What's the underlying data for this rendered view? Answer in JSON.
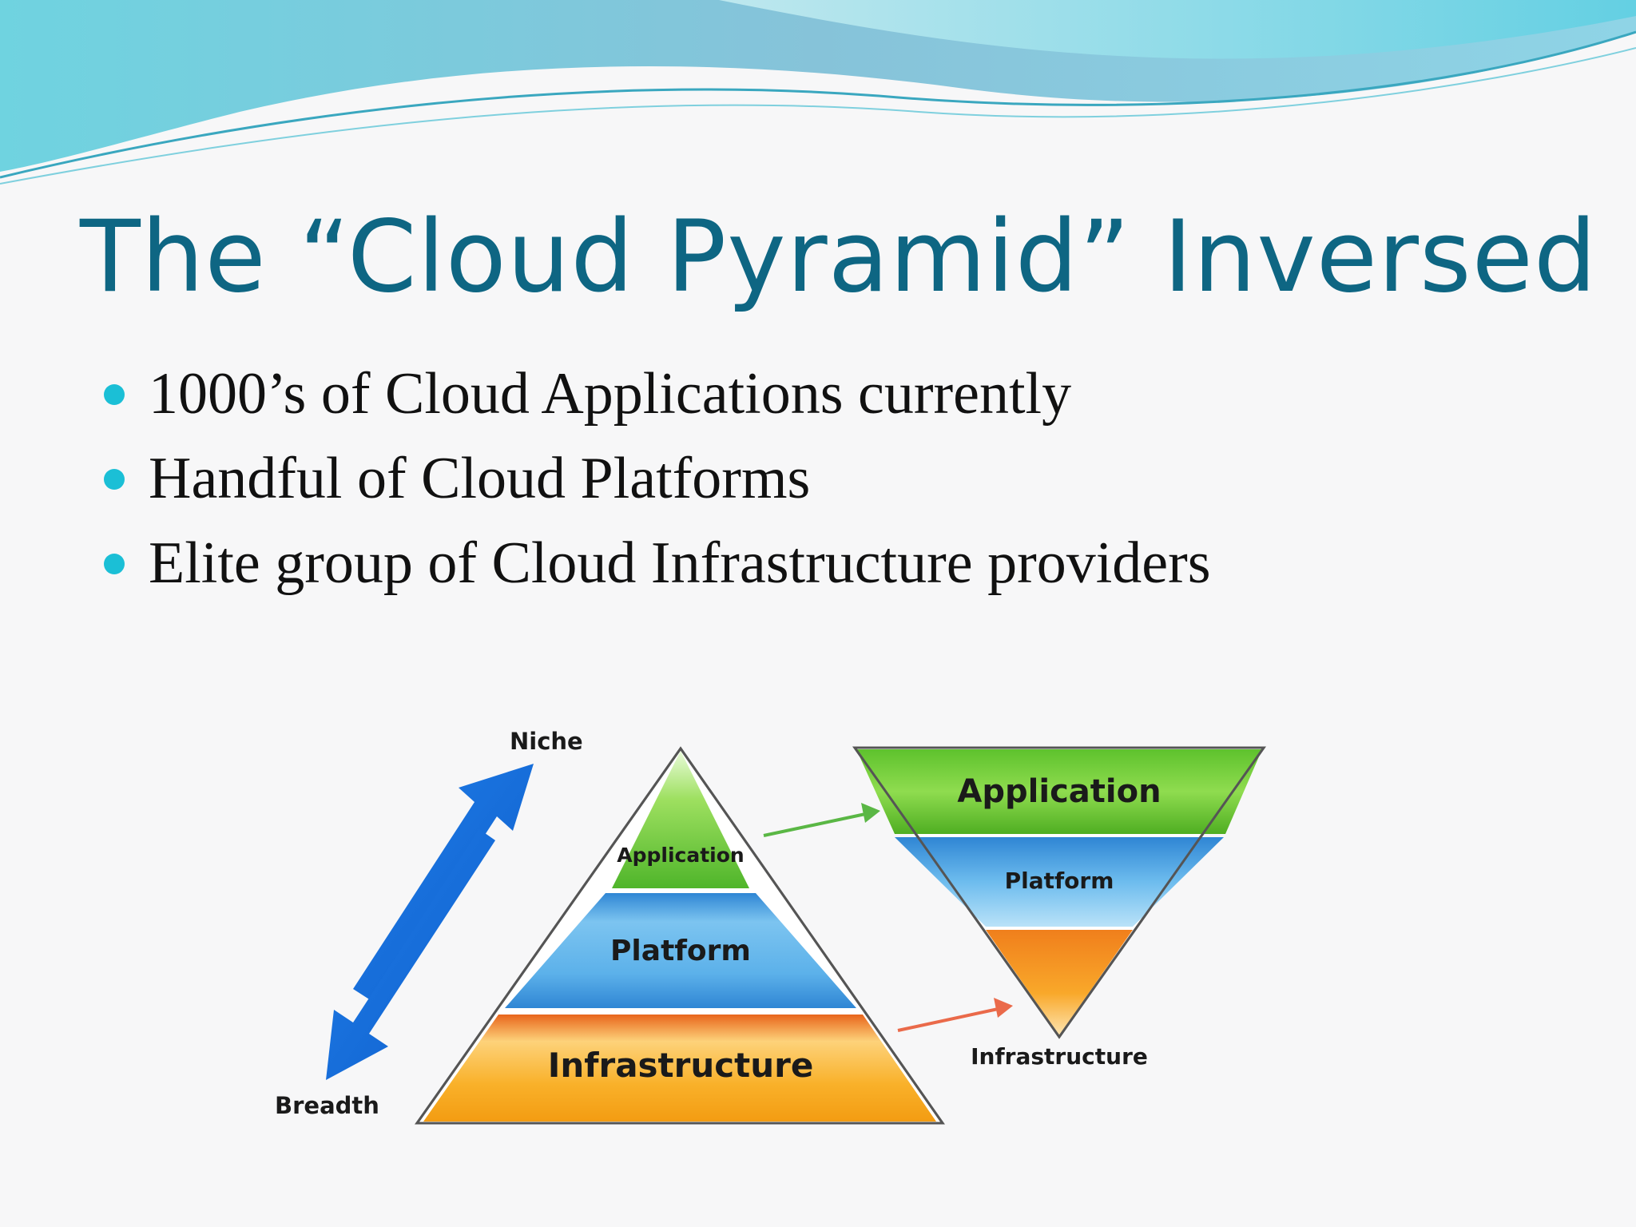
{
  "slide": {
    "title": "The “Cloud Pyramid” Inversed",
    "bullets": [
      "1000’s of Cloud Applications currently",
      "Handful of Cloud Platforms",
      "Elite group of Cloud Infrastructure providers"
    ]
  },
  "diagram": {
    "axis": {
      "top_label": "Niche",
      "bottom_label": "Breadth"
    },
    "pyramid": {
      "top_layer": "Application",
      "middle_layer": "Platform",
      "bottom_layer": "Infrastructure"
    },
    "inverted_pyramid": {
      "top_layer": "Application",
      "middle_layer": "Platform",
      "bottom_label": "Infrastructure"
    }
  },
  "colors": {
    "title": "#0e6683",
    "bullet_dot": "#1bbfd6",
    "application_green": "#58c02a",
    "platform_blue": "#3b9be0",
    "infrastructure_orange": "#f5a317",
    "axis_arrow_blue": "#1a73e0",
    "green_arrow": "#5ab745",
    "orange_arrow": "#ea6a4a"
  }
}
